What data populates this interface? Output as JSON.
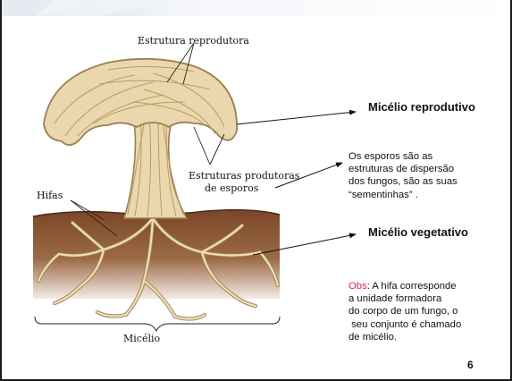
{
  "figure": {
    "label_reproductive_structure": "Estrutura reprodutora",
    "label_spore_structures_1": "Estruturas produtoras",
    "label_spore_structures_2": "de esporos",
    "label_hyphae": "Hifas",
    "label_mycelium": "Micélio"
  },
  "annotations": {
    "reproductive_mycelium": "Micélio reprodutivo",
    "spores_lines": [
      "Os esporos são as",
      "estruturas de dispersão",
      "dos fungos, são as suas",
      "“sementinhas” ."
    ],
    "vegetative_mycelium": "Micélio vegetativo",
    "obs_label": "Obs",
    "obs_line1_rest": ": A hifa corresponde",
    "obs_lines": [
      "a unidade formadora",
      "do corpo de um fungo, o",
      " seu conjunto é chamado",
      "de micélio."
    ]
  },
  "slide_number": "6",
  "colors": {
    "obs_accent": "#d6285a",
    "hypha": "#e9d4a8",
    "hypha_outline": "#9b7f52",
    "soil_dark": "#6f3f22",
    "soil_mid": "#8d5b3b"
  }
}
